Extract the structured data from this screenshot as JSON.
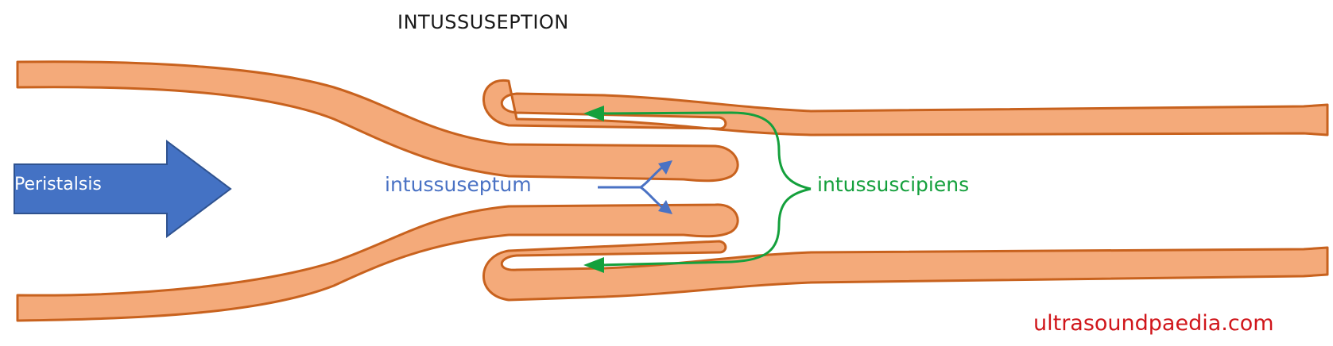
{
  "title": "INTUSSUSEPTION",
  "labels": {
    "peristalsis": "Peristalsis",
    "intussusceptum": "intussuseptum",
    "intussuscipiens": "intussuscipiens"
  },
  "watermark": "ultrasoundpaedia.com",
  "colors": {
    "bowel_fill": "#f4aa7a",
    "bowel_outline": "#c8621e",
    "peristalsis_arrow": "#4472c4",
    "intussusceptum": "#4a72c4",
    "intussuscipiens": "#14a03c",
    "watermark": "#d0161b"
  }
}
